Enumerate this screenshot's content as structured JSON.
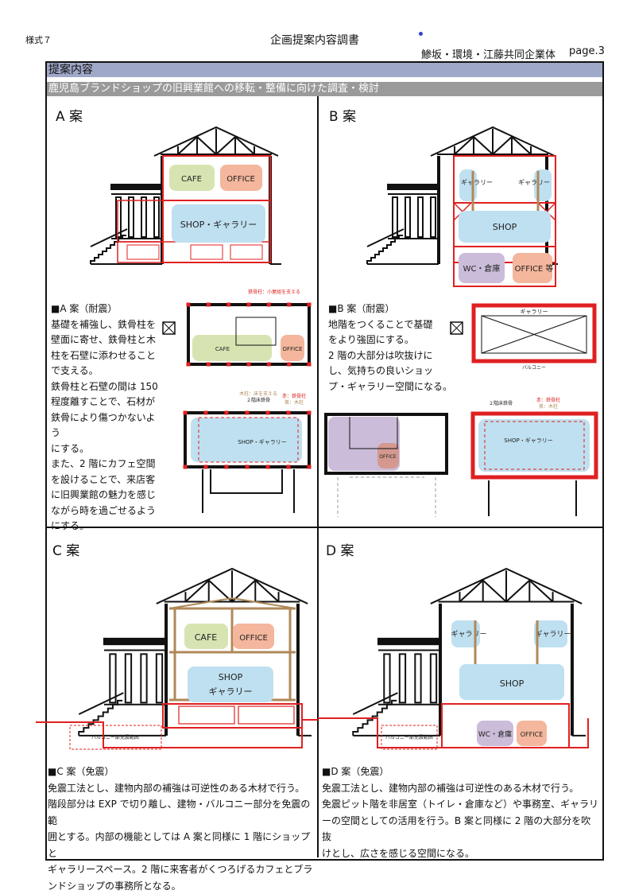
{
  "header": {
    "form_no": "様式７",
    "title": "企画提案内容調書",
    "company": "鯵坂・環境・江藤共同企業体",
    "page": "page.3"
  },
  "section_band": "提案内容",
  "subject_band": "鹿児島ブランドショップの旧興業館への移転・整備に向けた調査・検討",
  "colors": {
    "band_blue": "#9fa8c8",
    "band_gray": "#9a9a9a",
    "steel_red": "#e02020",
    "wood_brown": "#b08858",
    "cafe": "#d7e4b2",
    "office": "#f4b69c",
    "shop": "#bfe0f0",
    "wc": "#cbbcd9"
  },
  "plans": [
    {
      "title": "A 案",
      "heading": "■A 案（耐震）",
      "lines": [
        "基礎を補強し、鉄骨柱を",
        "壁面に寄せ、鉄骨柱と木",
        "柱を石壁に添わせること",
        "で支える。",
        "鉄骨柱と石壁の間は 150",
        "程度離すことで、石材が",
        "鉄骨により傷つかないよう",
        "にする。",
        "また、2 階にカフェ空間",
        "を設けることで、来店客",
        "に旧興業館の魅力を感じ",
        "ながら時を過ごせるよう",
        "にする。"
      ],
      "rooms": {
        "cafe": "CAFE",
        "office": "OFFICE",
        "shop": "SHOP・ギャラリー"
      },
      "plan_rooms": {
        "cafe": "CAFE",
        "office": "OFFICE",
        "shop": "SHOP・ギャラリー"
      },
      "notes": {
        "steel": "鉄骨柱：小屋組を支える",
        "wood": "木柱：床を支える",
        "brace": "２階床鉄骨",
        "legend_red": "赤：鉄骨柱",
        "legend_brown": "茶：木柱"
      }
    },
    {
      "title": "B 案",
      "heading": "■B 案（耐震）",
      "lines": [
        "地階をつくることで基礎",
        "をより強固にする。",
        "2 階の大部分は吹抜けに",
        "し、気持ちの良いショッ",
        "プ・ギャラリー空間になる。"
      ],
      "rooms": {
        "gallery_l": "ギャラリー",
        "gallery_r": "ギャラリー",
        "shop": "SHOP",
        "wc": "WC・倉庫",
        "office": "OFFICE 等"
      },
      "plan_rooms": {
        "gallery": "ギャラリー",
        "balcony": "バルコニー",
        "office": "OFFICE",
        "shop": "SHOP・ギャラリー"
      },
      "notes": {
        "brace": "２階床鉄骨",
        "legend_red": "赤：鉄骨柱",
        "legend_brown": "茶：木柱"
      }
    },
    {
      "title": "C 案",
      "heading": "■C 案（免震）",
      "lines": [
        "免震工法とし、建物内部の補強は可逆性のある木材で行う。",
        "階段部分は EXP で切り離し、建物・バルコニー部分を免震の範",
        "囲とする。内部の機能としては A 案と同様に 1 階にショップと",
        "ギャラリースペース。2 階に来客者がくつろげるカフェとブラ",
        "ンドショップの事務所となる。"
      ],
      "rooms": {
        "cafe": "CAFE",
        "office": "OFFICE",
        "shop": "SHOP",
        "gallery": "ギャラリー"
      },
      "notes": {
        "balcony": "バルコニー部免震範囲"
      }
    },
    {
      "title": "D 案",
      "heading": "■D 案（免震）",
      "lines": [
        "免震工法とし、建物内部の補強は可逆性のある木材で行う。",
        "免震ピット階を非居室（トイレ・倉庫など）や事務室、ギャラリ",
        "ーの空間としての活用を行う。B 案と同様に 2 階の大部分を吹抜",
        "けとし、広さを感じる空間になる。"
      ],
      "rooms": {
        "gallery_l": "ギャラリー",
        "gallery_r": "ギャラリー",
        "shop": "SHOP",
        "wc": "WC・倉庫",
        "office": "OFFICE"
      },
      "notes": {
        "balcony": "バルコニー部免震範囲"
      }
    }
  ]
}
